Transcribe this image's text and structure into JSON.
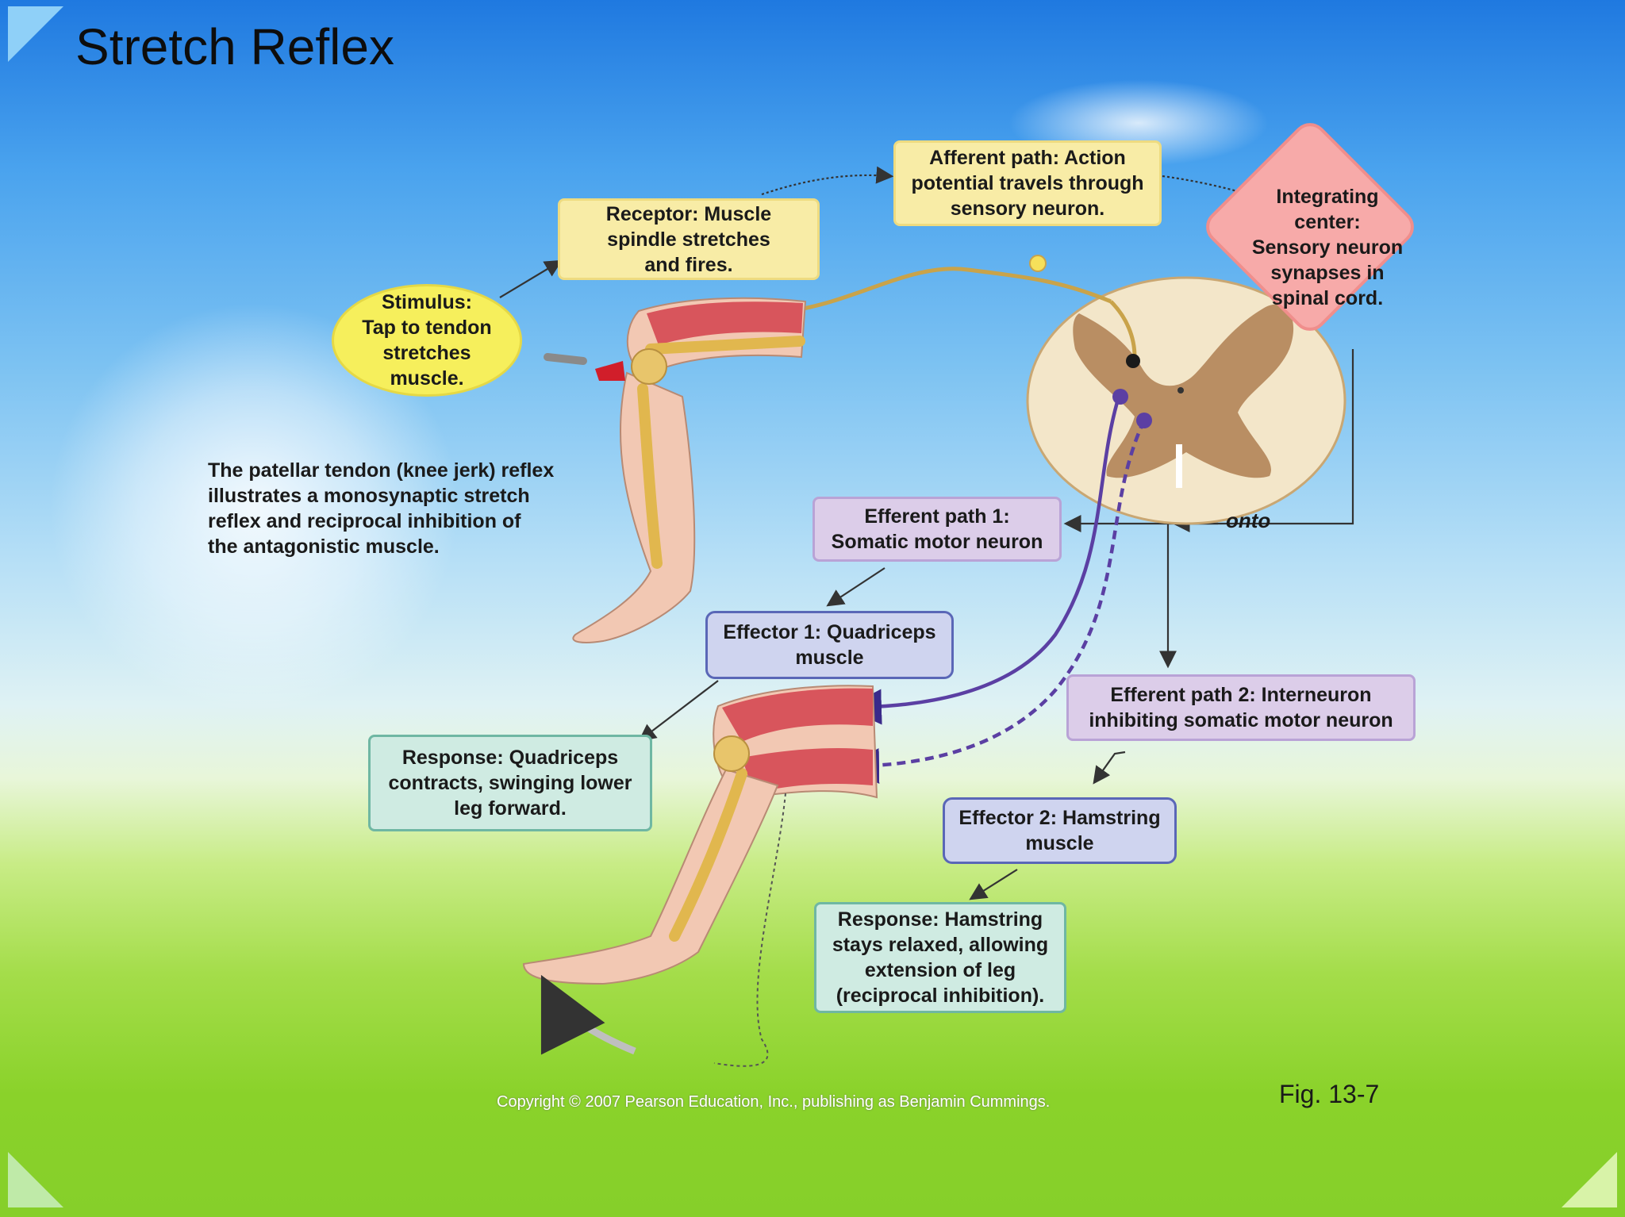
{
  "slide": {
    "title": "Stretch Reflex"
  },
  "diagram": {
    "stimulus": "Stimulus:\nTap to tendon\nstretches\nmuscle.",
    "receptor": "Receptor: Muscle\nspindle stretches\nand fires.",
    "afferent": "Afferent path: Action\npotential travels through\nsensory neuron.",
    "integrating": "Integrating\ncenter:\nSensory neuron\nsynapses in\nspinal cord.",
    "efferent1": "Efferent path 1:\nSomatic motor neuron",
    "effector1": "Effector 1: Quadriceps\nmuscle",
    "response1": "Response: Quadriceps\ncontracts, swinging lower\nleg forward.",
    "efferent2": "Efferent path 2: Interneuron\ninhibiting somatic motor neuron",
    "effector2": "Effector 2: Hamstring\nmuscle",
    "response2": "Response: Hamstring\nstays relaxed, allowing\nextension of leg\n(reciprocal inhibition).",
    "onto": "onto",
    "caption": "The patellar tendon (knee jerk) reflex\nillustrates a monosynaptic stretch\nreflex and reciprocal inhibition of\nthe antagonistic muscle.",
    "copyright": "Copyright © 2007 Pearson Education, Inc., publishing as Benjamin Cummings.",
    "fig_label": "Fig. 13-7"
  },
  "colors": {
    "sky_top": "#1f79e0",
    "grass": "#8ad22a",
    "yellow_box": "#f8eca6",
    "purple_box": "#dccde9",
    "blue_box": "#cfd4ef",
    "teal_box": "#cfebe2",
    "stimulus_ellipse": "#f6ef5c",
    "integrating_diamond": "#f7aaa9",
    "neuron": "#5b3fa3"
  }
}
